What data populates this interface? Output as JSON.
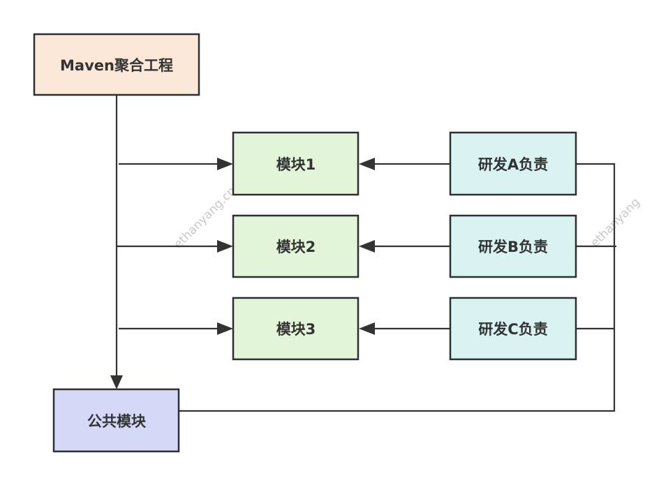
{
  "diagram": {
    "colors": {
      "maven_fill": "#fce8d8",
      "module_fill": "#e3f5d9",
      "dev_fill": "#d9f3f3",
      "common_fill": "#d5d8f7",
      "border": "#2b2f33",
      "edge": "#333333",
      "text": "#333333",
      "watermark": "#c8c8c8"
    },
    "nodes": {
      "maven": "Maven聚合工程",
      "module1": "模块1",
      "module2": "模块2",
      "module3": "模块3",
      "devA": "研发A负责",
      "devB": "研发B负责",
      "devC": "研发C负责",
      "common": "公共模块"
    },
    "edges": [
      {
        "from": "maven",
        "to": "module1"
      },
      {
        "from": "maven",
        "to": "module2"
      },
      {
        "from": "maven",
        "to": "module3"
      },
      {
        "from": "maven",
        "to": "common"
      },
      {
        "from": "devA",
        "to": "module1"
      },
      {
        "from": "devB",
        "to": "module2"
      },
      {
        "from": "devC",
        "to": "module3"
      },
      {
        "from": "devA",
        "to": "common",
        "arrow": false
      },
      {
        "from": "devB",
        "to": "common",
        "arrow": false
      },
      {
        "from": "devC",
        "to": "common",
        "arrow": false
      }
    ],
    "watermarks": [
      "ethanyang.cn",
      "ethanyang"
    ]
  }
}
